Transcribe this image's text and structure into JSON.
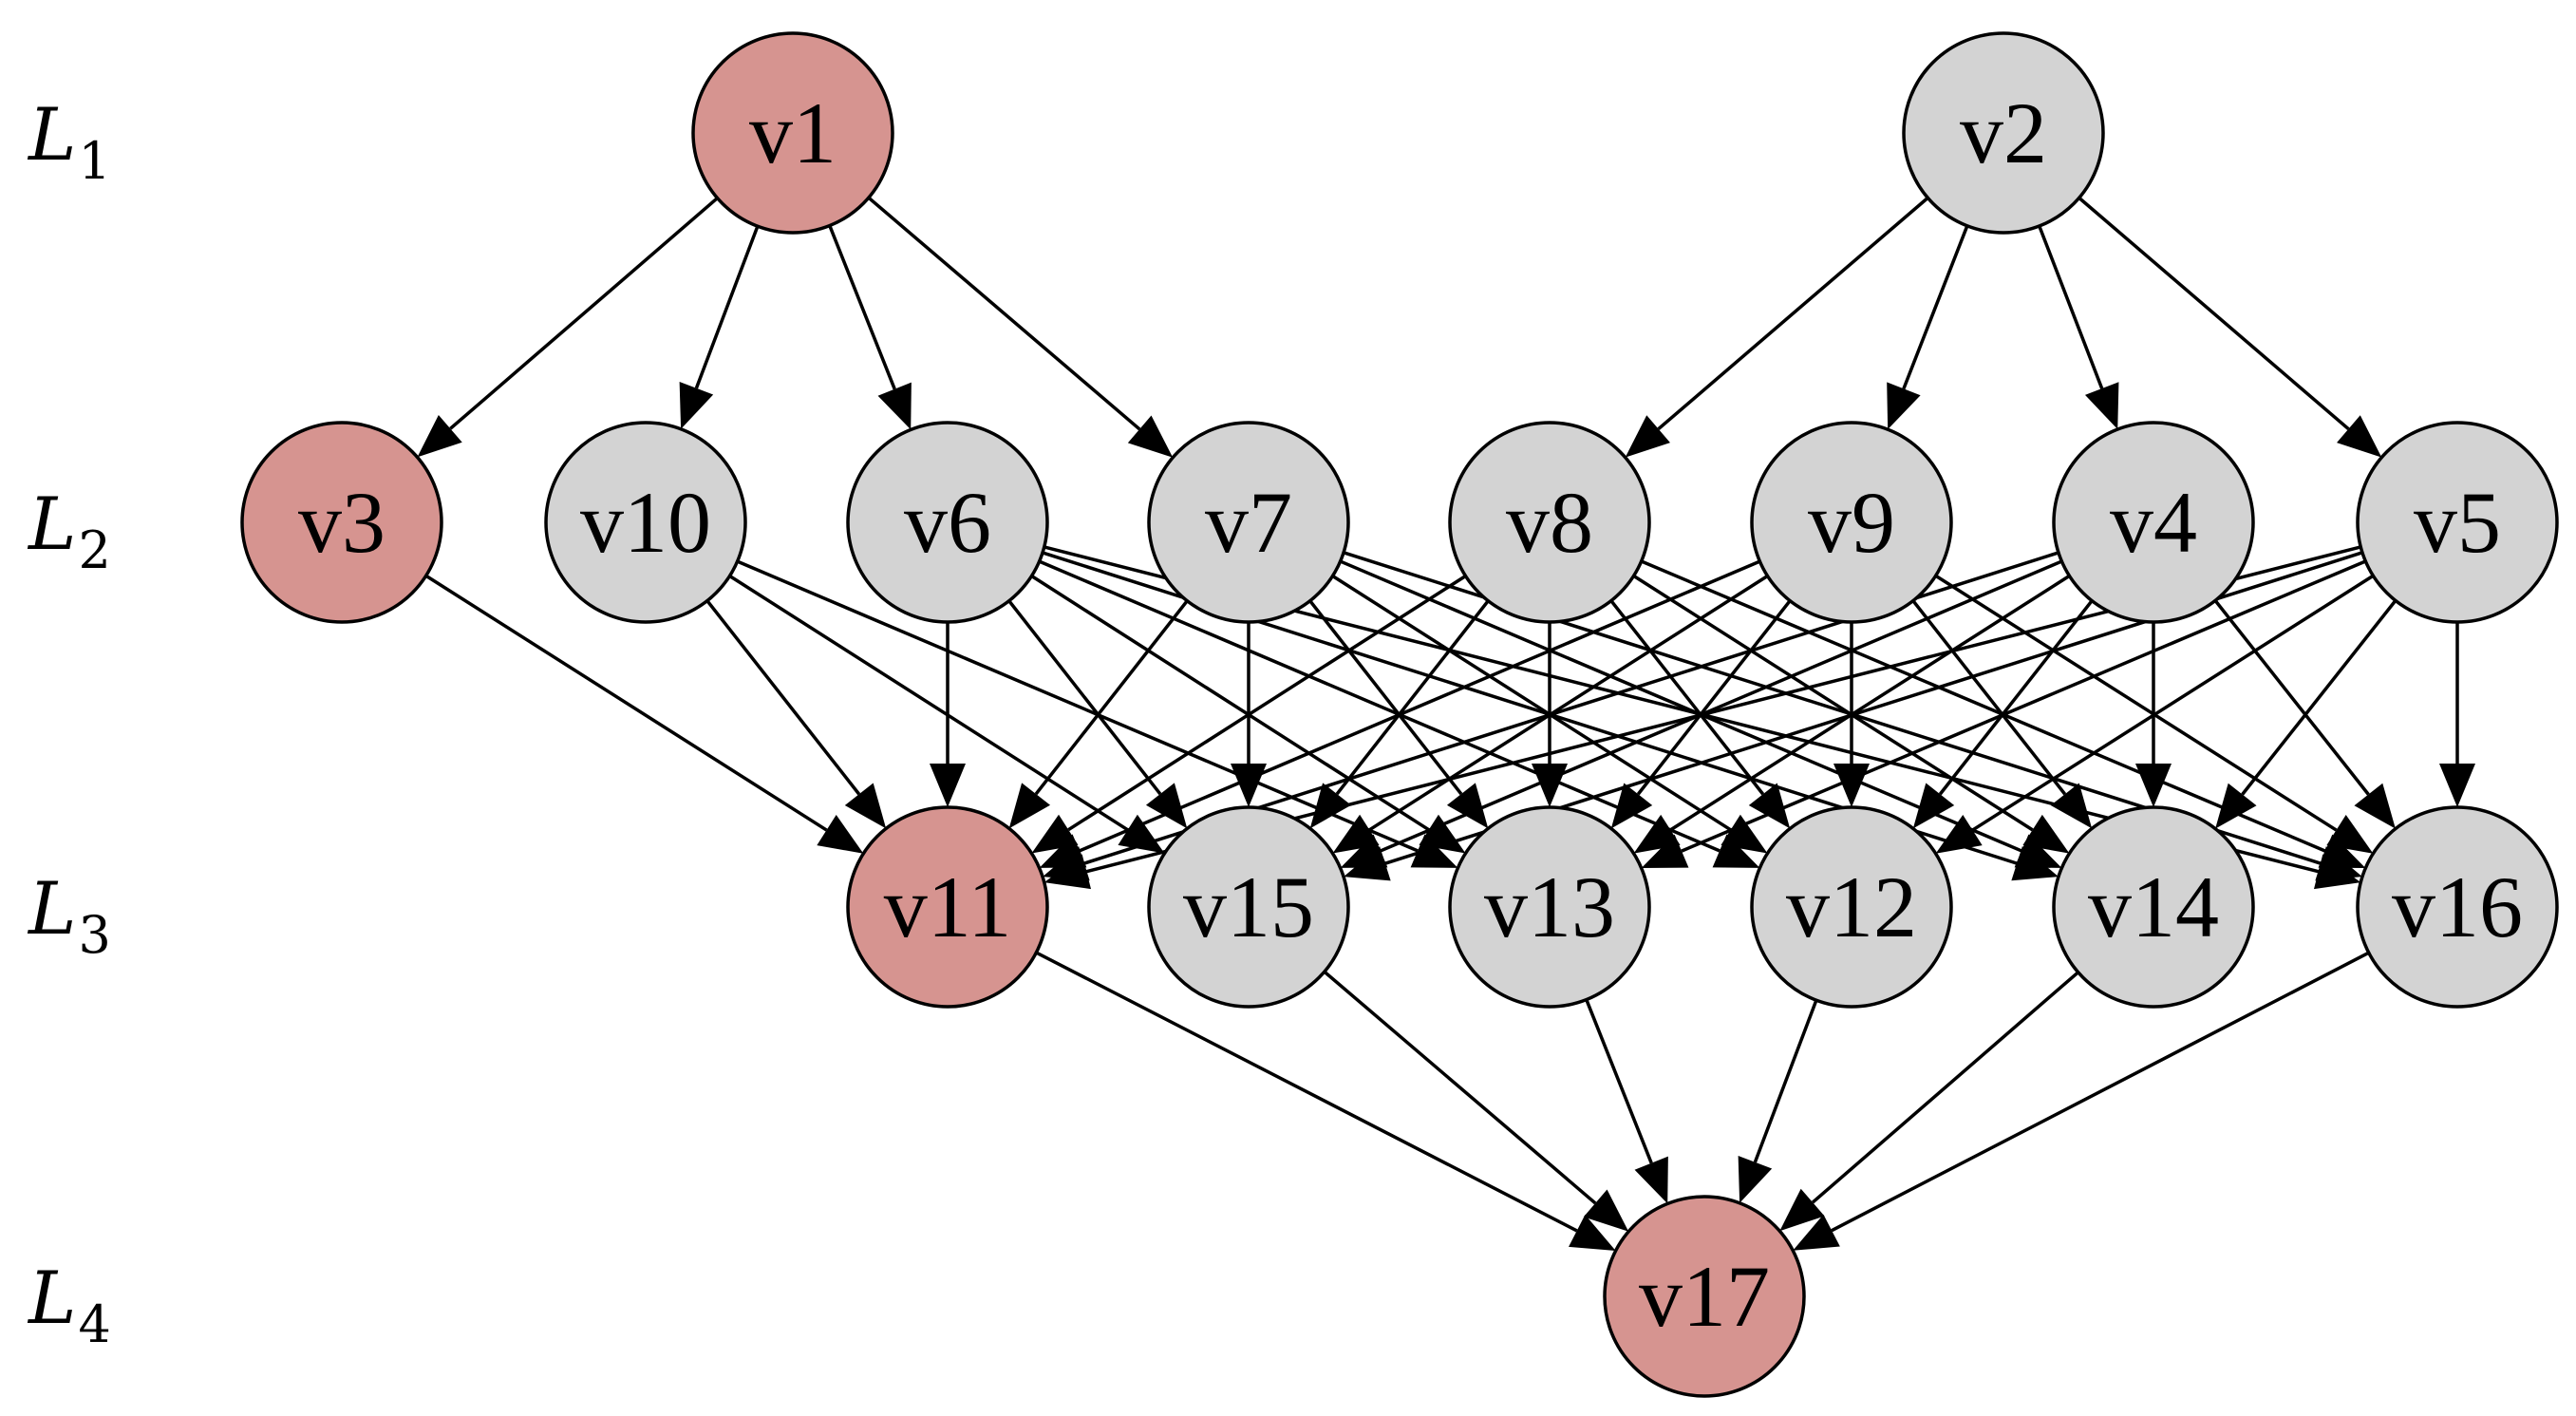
{
  "colors": {
    "highlight": "#d69490",
    "normal": "#d3d3d3",
    "edge": "#000000"
  },
  "layers": [
    {
      "id": "L1",
      "letter": "L",
      "sub": "1"
    },
    {
      "id": "L2",
      "letter": "L",
      "sub": "2"
    },
    {
      "id": "L3",
      "letter": "L",
      "sub": "3"
    },
    {
      "id": "L4",
      "letter": "L",
      "sub": "4"
    }
  ],
  "nodes": [
    {
      "id": "v1",
      "label": "v1",
      "layer": "L1",
      "highlighted": true
    },
    {
      "id": "v2",
      "label": "v2",
      "layer": "L1",
      "highlighted": false
    },
    {
      "id": "v3",
      "label": "v3",
      "layer": "L2",
      "highlighted": true
    },
    {
      "id": "v10",
      "label": "v10",
      "layer": "L2",
      "highlighted": false
    },
    {
      "id": "v6",
      "label": "v6",
      "layer": "L2",
      "highlighted": false
    },
    {
      "id": "v7",
      "label": "v7",
      "layer": "L2",
      "highlighted": false
    },
    {
      "id": "v8",
      "label": "v8",
      "layer": "L2",
      "highlighted": false
    },
    {
      "id": "v9",
      "label": "v9",
      "layer": "L2",
      "highlighted": false
    },
    {
      "id": "v4",
      "label": "v4",
      "layer": "L2",
      "highlighted": false
    },
    {
      "id": "v5",
      "label": "v5",
      "layer": "L2",
      "highlighted": false
    },
    {
      "id": "v11",
      "label": "v11",
      "layer": "L3",
      "highlighted": true
    },
    {
      "id": "v15",
      "label": "v15",
      "layer": "L3",
      "highlighted": false
    },
    {
      "id": "v13",
      "label": "v13",
      "layer": "L3",
      "highlighted": false
    },
    {
      "id": "v12",
      "label": "v12",
      "layer": "L3",
      "highlighted": false
    },
    {
      "id": "v14",
      "label": "v14",
      "layer": "L3",
      "highlighted": false
    },
    {
      "id": "v16",
      "label": "v16",
      "layer": "L3",
      "highlighted": false
    },
    {
      "id": "v17",
      "label": "v17",
      "layer": "L4",
      "highlighted": true
    }
  ],
  "edges": [
    [
      "v1",
      "v3"
    ],
    [
      "v1",
      "v10"
    ],
    [
      "v1",
      "v6"
    ],
    [
      "v1",
      "v7"
    ],
    [
      "v2",
      "v8"
    ],
    [
      "v2",
      "v9"
    ],
    [
      "v2",
      "v4"
    ],
    [
      "v2",
      "v5"
    ],
    [
      "v3",
      "v11"
    ],
    [
      "v10",
      "v11"
    ],
    [
      "v10",
      "v15"
    ],
    [
      "v10",
      "v13"
    ],
    [
      "v6",
      "v11"
    ],
    [
      "v6",
      "v15"
    ],
    [
      "v6",
      "v13"
    ],
    [
      "v6",
      "v12"
    ],
    [
      "v6",
      "v14"
    ],
    [
      "v6",
      "v16"
    ],
    [
      "v7",
      "v11"
    ],
    [
      "v7",
      "v15"
    ],
    [
      "v7",
      "v13"
    ],
    [
      "v7",
      "v12"
    ],
    [
      "v7",
      "v14"
    ],
    [
      "v7",
      "v16"
    ],
    [
      "v8",
      "v11"
    ],
    [
      "v8",
      "v15"
    ],
    [
      "v8",
      "v13"
    ],
    [
      "v8",
      "v12"
    ],
    [
      "v8",
      "v14"
    ],
    [
      "v8",
      "v16"
    ],
    [
      "v9",
      "v11"
    ],
    [
      "v9",
      "v15"
    ],
    [
      "v9",
      "v13"
    ],
    [
      "v9",
      "v12"
    ],
    [
      "v9",
      "v14"
    ],
    [
      "v9",
      "v16"
    ],
    [
      "v4",
      "v11"
    ],
    [
      "v4",
      "v15"
    ],
    [
      "v4",
      "v13"
    ],
    [
      "v4",
      "v12"
    ],
    [
      "v4",
      "v14"
    ],
    [
      "v4",
      "v16"
    ],
    [
      "v5",
      "v11"
    ],
    [
      "v5",
      "v15"
    ],
    [
      "v5",
      "v13"
    ],
    [
      "v5",
      "v12"
    ],
    [
      "v5",
      "v14"
    ],
    [
      "v5",
      "v16"
    ],
    [
      "v11",
      "v17"
    ],
    [
      "v15",
      "v17"
    ],
    [
      "v13",
      "v17"
    ],
    [
      "v12",
      "v17"
    ],
    [
      "v14",
      "v17"
    ],
    [
      "v16",
      "v17"
    ]
  ]
}
